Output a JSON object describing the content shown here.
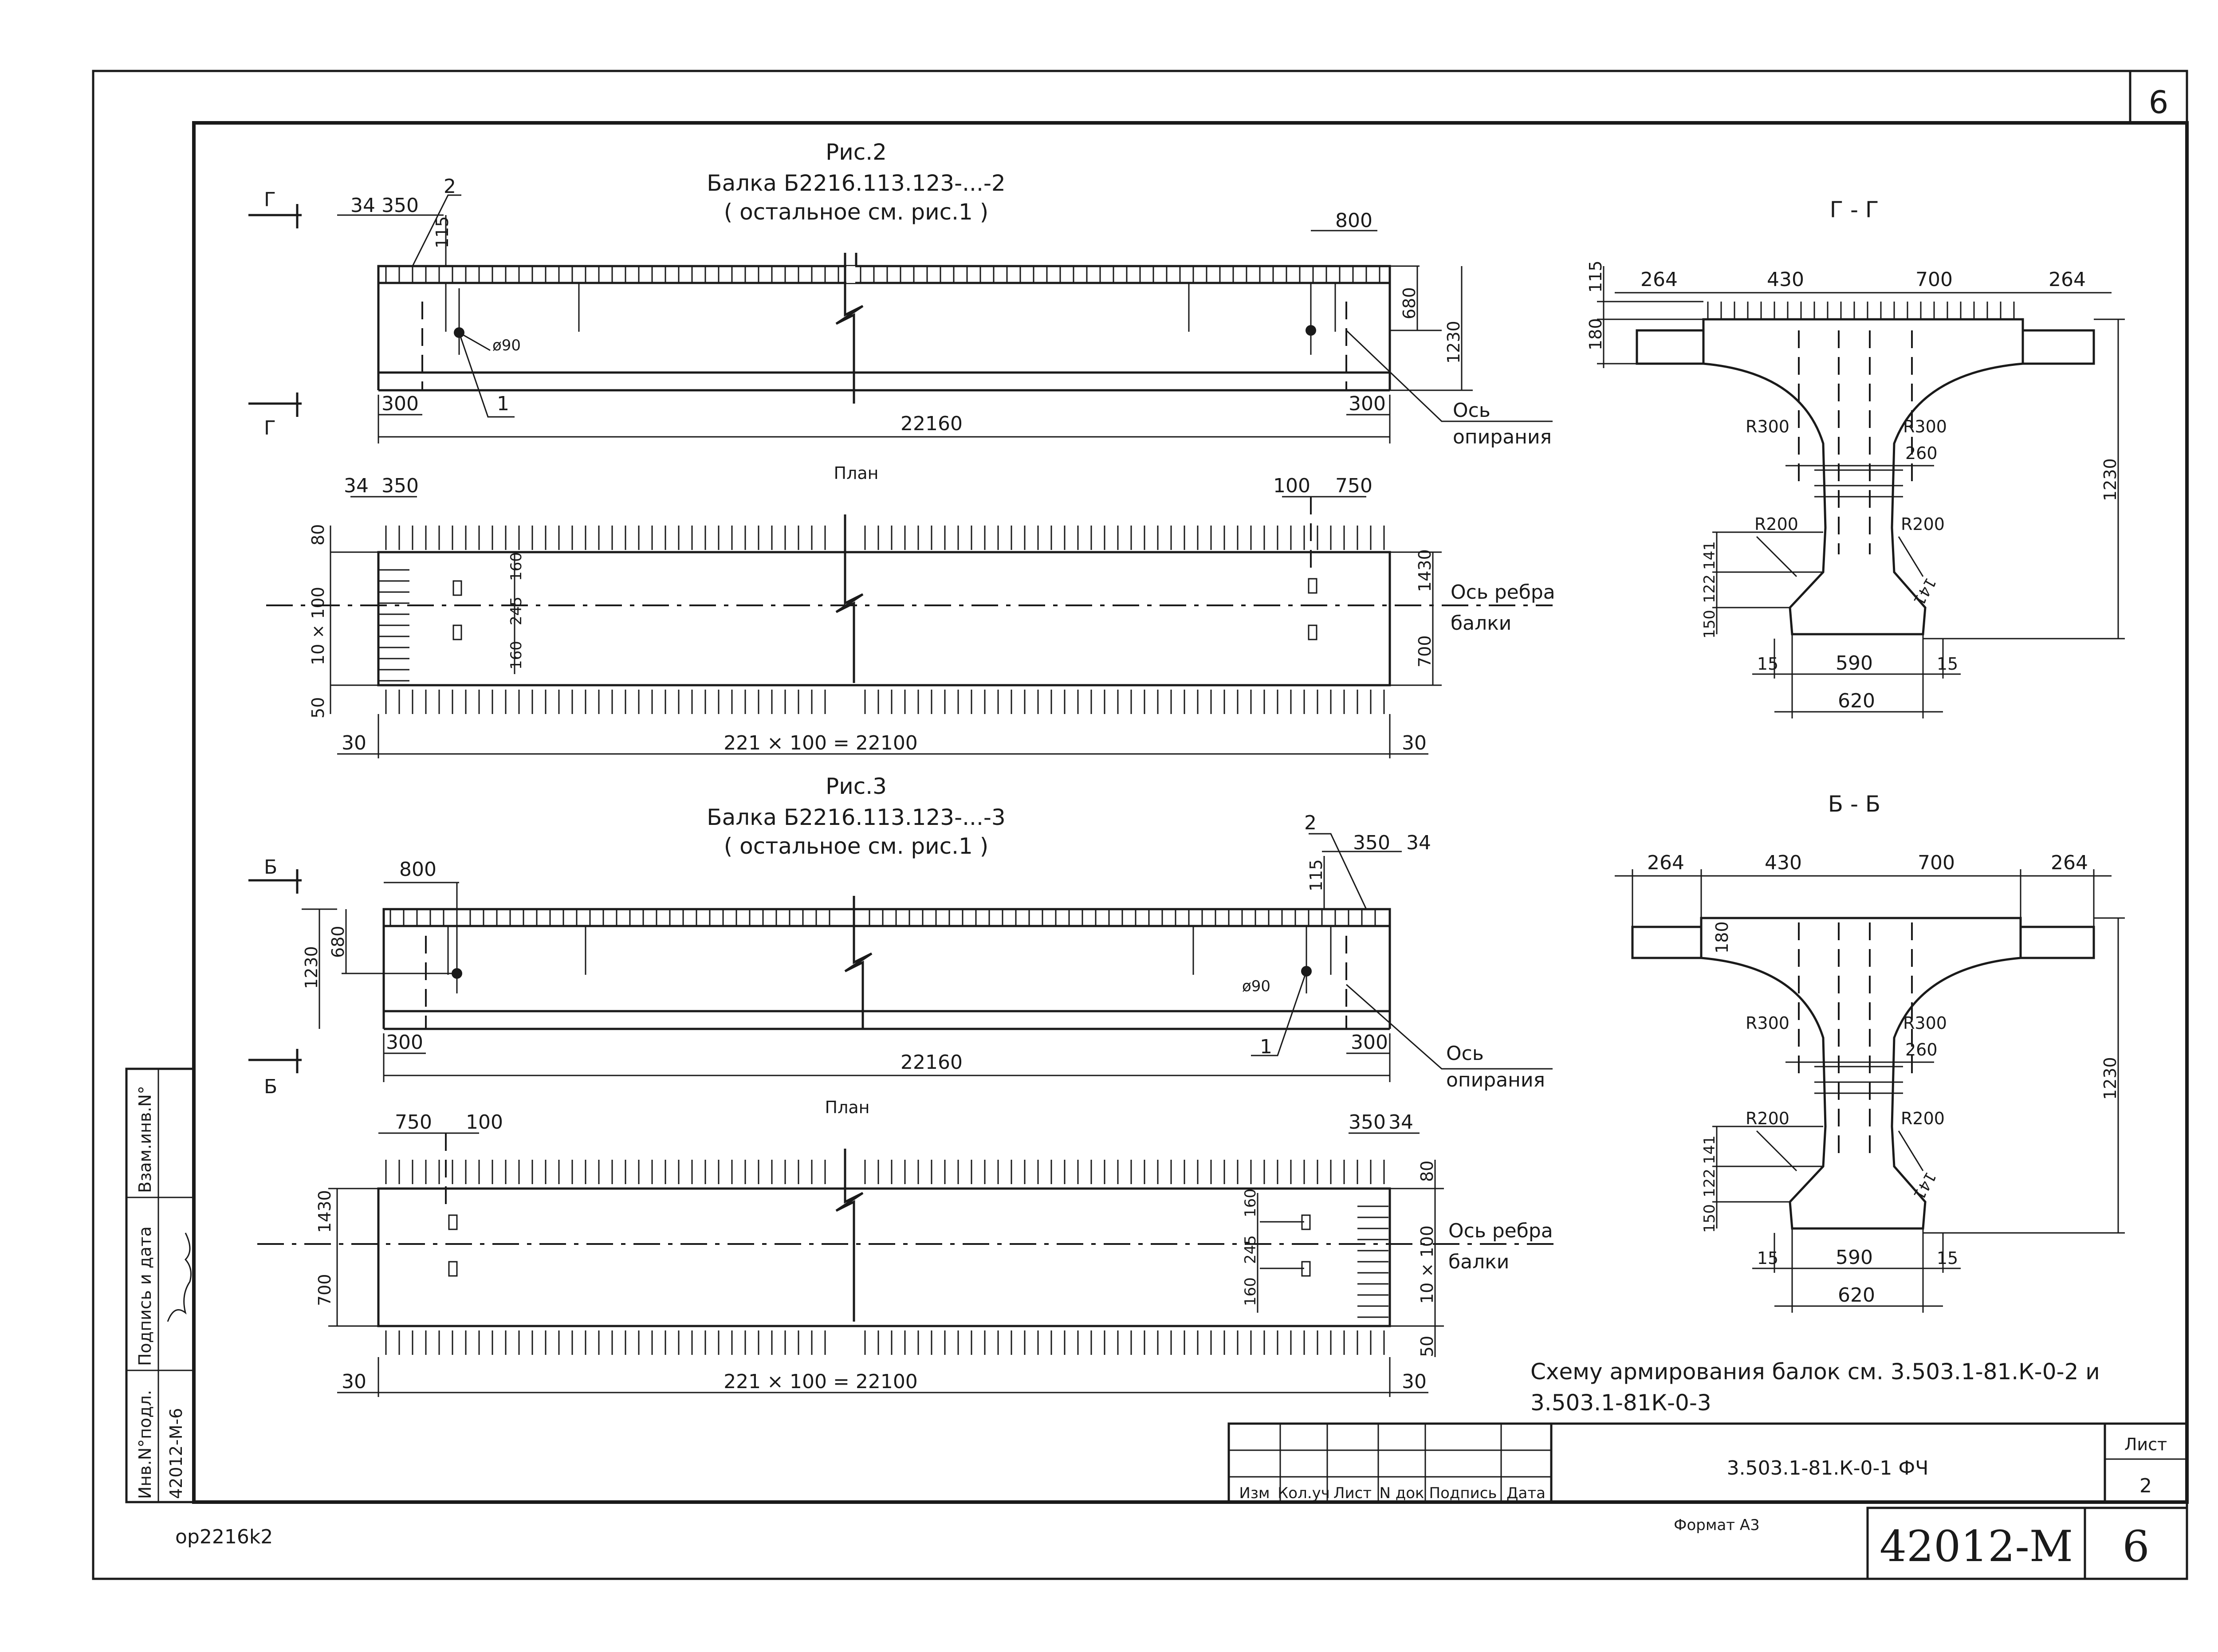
{
  "sheet": {
    "corner_number": "6",
    "bottom_left_code": "op2216k2",
    "format": "Формат А3",
    "doc_code": "3.503.1-81.К-0-1 ФЧ",
    "sheet_label": "Лист",
    "sheet_no": "2",
    "big_code": "42012-М",
    "big_sheet": "6",
    "title_cols": [
      "Изм",
      "Кол.уч",
      "Лист",
      "N док",
      "Подпись",
      "Дата"
    ]
  },
  "side_stamp": {
    "inv_label": "Инв.N°подл.",
    "inv_value": "42012-М-6",
    "sign_label": "Подпись и дата",
    "sign_value": "",
    "replace_label": "Взам.инв.N°"
  },
  "fig2": {
    "title": "Рис.2",
    "subtitle": "Балка Б2216.113.123-...-2",
    "note": "( остальное см. рис.1 )",
    "section_mark": "Г",
    "dims": {
      "d34": "34",
      "d350": "350",
      "d115": "115",
      "d800": "800",
      "d680": "680",
      "d1230": "1230",
      "d300l": "300",
      "d300r": "300",
      "d22160": "22160",
      "hole": "ø90",
      "pos1": "1",
      "pos2": "2"
    },
    "support_axis": [
      "Ось",
      "опирания"
    ]
  },
  "plan2": {
    "title": "План",
    "dims": {
      "d34": "34",
      "d350": "350",
      "d100": "100",
      "d750": "750",
      "d80": "80",
      "d10x100": "10 × 100",
      "d50": "50",
      "d160a": "160",
      "d245": "245",
      "d160b": "160",
      "d1430": "1430",
      "d700": "700",
      "d30l": "30",
      "d30r": "30",
      "span": "221 × 100 = 22100"
    },
    "rib_axis": [
      "Ось ребра",
      "балки"
    ]
  },
  "fig3": {
    "title": "Рис.3",
    "subtitle": "Балка Б2216.113.123-...-3",
    "note": "( остальное см. рис.1 )",
    "section_mark": "Б",
    "dims": {
      "d800": "800",
      "d1230": "1230",
      "d680": "680",
      "d115": "115",
      "d350": "350",
      "d34": "34",
      "d300l": "300",
      "d300r": "300",
      "d22160": "22160",
      "hole": "ø90",
      "pos1": "1",
      "pos2": "2"
    },
    "support_axis": [
      "Ось",
      "опирания"
    ]
  },
  "plan3": {
    "title": "План",
    "dims": {
      "d750": "750",
      "d100": "100",
      "d350": "350",
      "d34": "34",
      "d1430": "1430",
      "d700": "700",
      "d160a": "160",
      "d245": "245",
      "d160b": "160",
      "d80": "80",
      "d10x100": "10 × 100",
      "d50": "50",
      "d30l": "30",
      "d30r": "30",
      "span": "221 × 100 = 22100"
    },
    "rib_axis": [
      "Ось ребра",
      "балки"
    ]
  },
  "secGG": {
    "title": "Г - Г",
    "dims": {
      "w264l": "264",
      "w430": "430",
      "w700": "700",
      "w264r": "264",
      "h115": "115",
      "h180": "180",
      "r300l": "R300",
      "r300r": "R300",
      "w260": "260",
      "r200l": "R200",
      "r200r": "R200",
      "h141": "141",
      "h122": "122",
      "h150": "150",
      "w15l": "15",
      "w590": "590",
      "w15r": "15",
      "w620": "620",
      "h1230": "1230",
      "s141": "141"
    }
  },
  "secBB": {
    "title": "Б - Б",
    "dims": {
      "w264l": "264",
      "w430": "430",
      "w700": "700",
      "w264r": "264",
      "h180": "180",
      "r300l": "R300",
      "r300r": "R300",
      "w260": "260",
      "r200l": "R200",
      "r200r": "R200",
      "h141": "141",
      "h122": "122",
      "h150": "150",
      "w15l": "15",
      "w590": "590",
      "w15r": "15",
      "w620": "620",
      "h1230": "1230",
      "s141": "141"
    }
  },
  "footnote": [
    "Схему армирования балок см. 3.503.1-81.К-0-2 и",
    "3.503.1-81К-0-3"
  ]
}
